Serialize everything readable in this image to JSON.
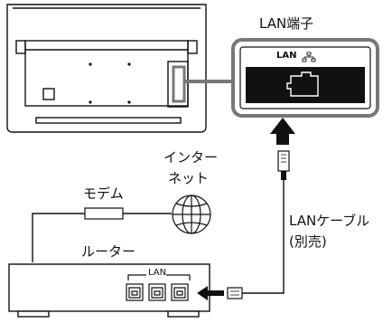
{
  "labels": {
    "lan_port": "LAN端子",
    "port_panel_lan": "LAN",
    "port_panel_icon": "network-icon",
    "internet_line1": "インター",
    "internet_line2": "ネット",
    "modem": "モデム",
    "router": "ルーター",
    "router_lan": "LAN",
    "cable_line1": "LANケーブル",
    "cable_line2": "(別売)"
  },
  "colors": {
    "line": "#111111",
    "tv_fill": "#ffffff",
    "port_fill": "#111111",
    "highlight": "#777777"
  }
}
